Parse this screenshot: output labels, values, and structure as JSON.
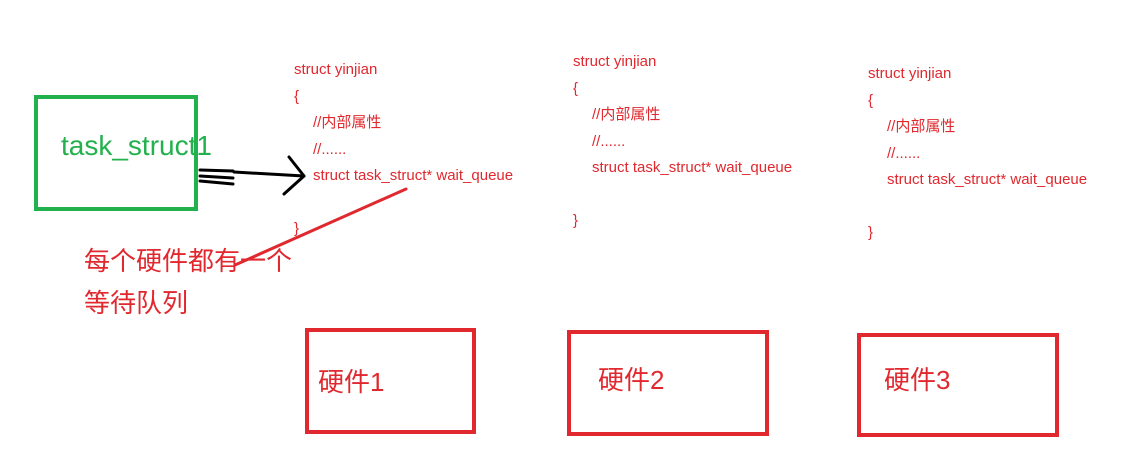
{
  "task_struct": {
    "label": "task_struct1"
  },
  "structs": [
    {
      "lines": [
        "struct yinjian",
        "{",
        "//内部属性",
        "//......",
        "struct task_struct* wait_queue",
        "",
        "}"
      ]
    },
    {
      "lines": [
        "struct yinjian",
        "{",
        "//内部属性",
        "//......",
        "struct task_struct* wait_queue",
        "",
        "}"
      ]
    },
    {
      "lines": [
        "struct yinjian",
        "{",
        "//内部属性",
        "//......",
        "struct task_struct* wait_queue",
        "",
        "}"
      ]
    }
  ],
  "hardware": [
    {
      "label": "硬件1"
    },
    {
      "label": "硬件2"
    },
    {
      "label": "硬件3"
    }
  ],
  "note": {
    "line1": "每个硬件都有一个",
    "line2": "等待队列"
  },
  "colors": {
    "accent_red": "#e0282e",
    "task_green": "#22b14c",
    "arrow_black": "#000000"
  }
}
